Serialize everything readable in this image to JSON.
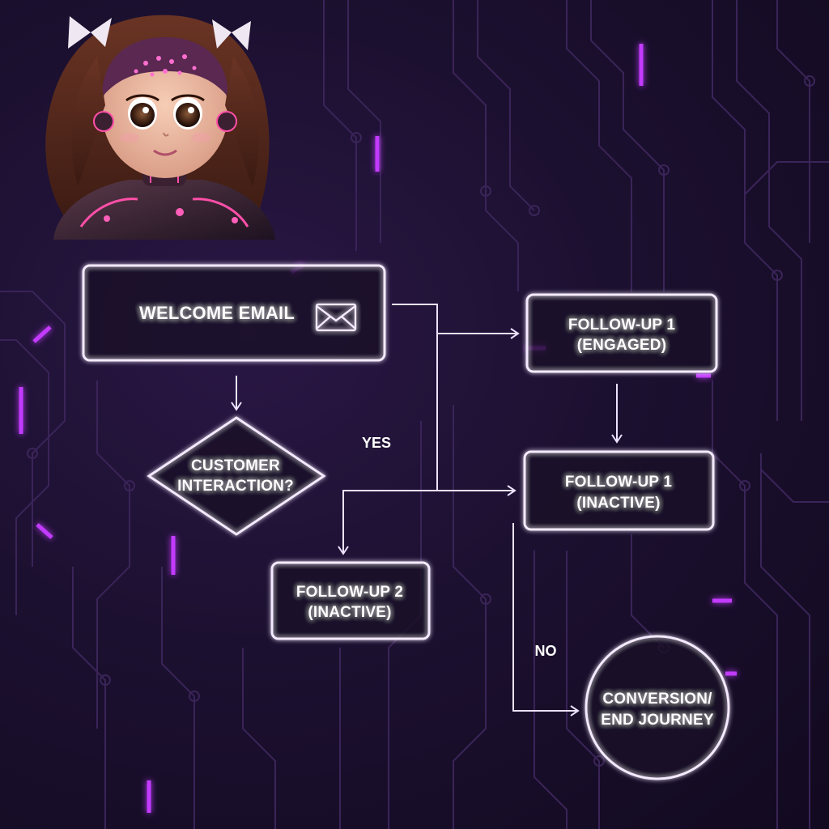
{
  "colors": {
    "background": "#1a0f2b",
    "node_stroke": "#f4eaff",
    "neon_accent": "#c23bff",
    "circuit": "#3a2458"
  },
  "avatar": {
    "subject": "robot-girl-portrait"
  },
  "nodes": {
    "welcome_email": {
      "lines": [
        "WELCOME EMAIL"
      ],
      "icon": "envelope-icon"
    },
    "customer_interaction": {
      "lines": [
        "CUSTOMER",
        "INTERACTION?"
      ]
    },
    "followup_engaged": {
      "lines": [
        "FOLLOW-UP 1",
        "(ENGAGED)"
      ]
    },
    "followup_inactive": {
      "lines": [
        "FOLLOW-UP 1",
        "(INACTIVE)"
      ]
    },
    "followup2_inactive": {
      "lines": [
        "FOLLOW-UP 2",
        "(INACTIVE)"
      ]
    },
    "conversion": {
      "lines": [
        "CONVERSION/",
        "END JOURNEY"
      ]
    }
  },
  "edge_labels": {
    "yes": "YES",
    "no": "NO"
  }
}
